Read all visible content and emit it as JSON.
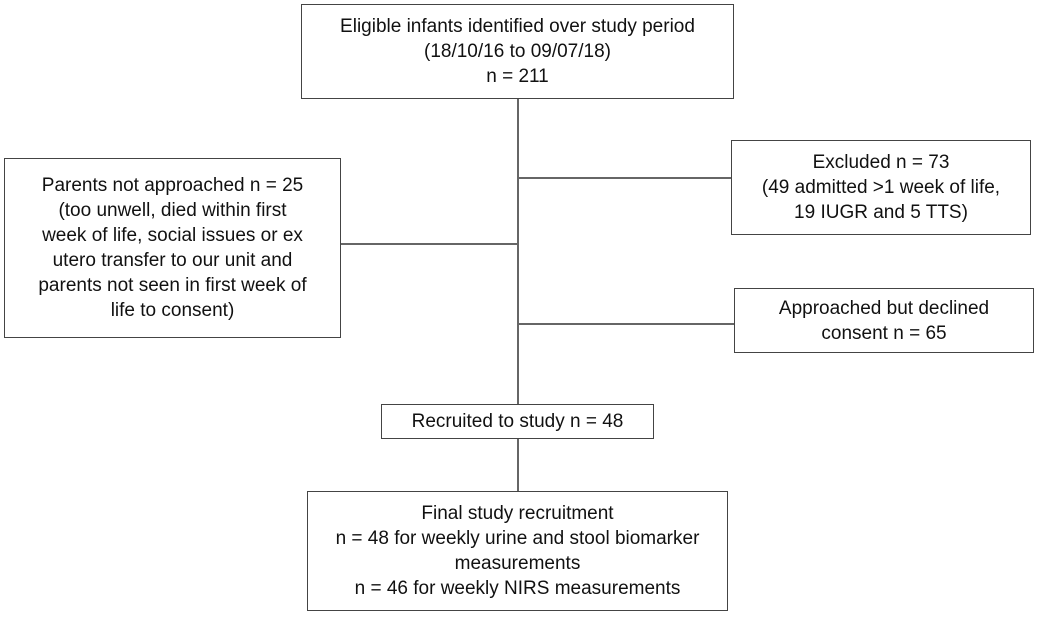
{
  "boxes": {
    "eligible": [
      "Eligible infants identified over study period",
      "(18/10/16 to 09/07/18)",
      "n = 211"
    ],
    "not_approached": [
      "Parents not approached n = 25",
      "(too unwell, died within first",
      "week of life, social issues or ex",
      "utero transfer to our unit and",
      "parents not seen in first week of",
      "life to consent)"
    ],
    "excluded": [
      "Excluded n = 73",
      "(49 admitted >1 week of life,",
      "19 IUGR and 5 TTS)"
    ],
    "declined": [
      "Approached but declined",
      "consent n = 65"
    ],
    "recruited": [
      "Recruited to study n = 48"
    ],
    "final": [
      "Final study recruitment",
      "n = 48 for weekly urine and stool biomarker",
      "measurements",
      "n = 46 for weekly NIRS measurements"
    ]
  }
}
